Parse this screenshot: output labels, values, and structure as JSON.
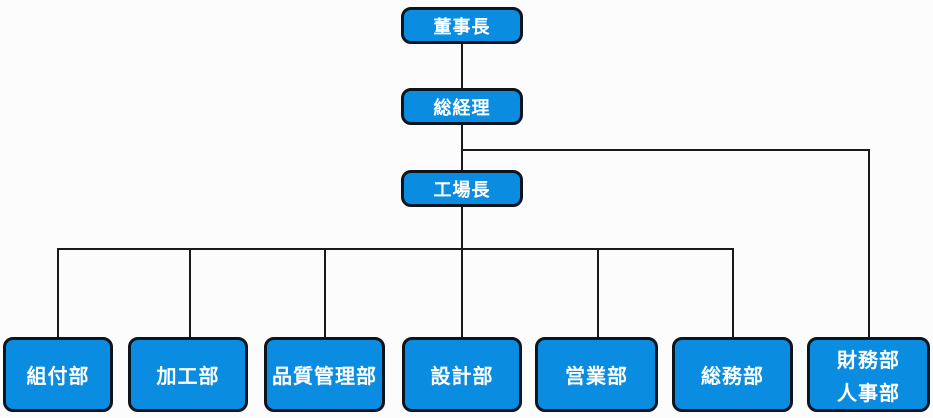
{
  "chart": {
    "title": "organization-chart",
    "nodes": {
      "chairman": {
        "label": "董事長"
      },
      "general_manager": {
        "label": "総経理"
      },
      "factory_manager": {
        "label": "工場長"
      }
    },
    "departments": [
      {
        "label": "組付部"
      },
      {
        "label": "加工部"
      },
      {
        "label": "品質管理部"
      },
      {
        "label": "設計部"
      },
      {
        "label": "営業部"
      },
      {
        "label": "総務部"
      },
      {
        "label": "財務部",
        "label2": "人事部"
      }
    ],
    "colors": {
      "box_fill": "#0a8ce0",
      "box_border": "#0c141d",
      "box_text": "#ffffff",
      "line": "#1a1a1a",
      "background": "#fcfcfc"
    }
  }
}
